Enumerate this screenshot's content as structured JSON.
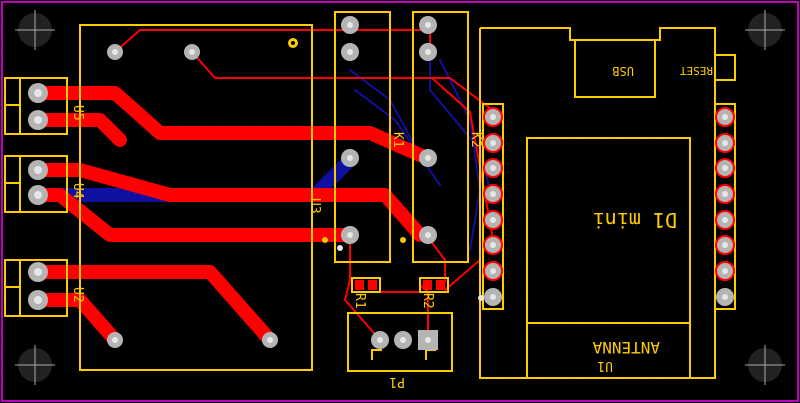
{
  "colors": {
    "background": "#000000",
    "grid": "#333333",
    "board_edge": "#c000c0",
    "silkscreen": "#ffcc00",
    "top_copper": "#ff0000",
    "bottom_copper": "#1010a0",
    "pad_ring": "#b4b4b4",
    "hole": "#e6e6e6"
  },
  "components": {
    "u5": "U5",
    "u4": "U4",
    "u2": "U2",
    "u3": "U3",
    "k1": "K1",
    "k2": "K2",
    "r1": "R1",
    "r2": "R2",
    "p1": "P1",
    "u1": "U1"
  },
  "module": {
    "name": "D1 mini",
    "usb": "USB",
    "reset": "RESET",
    "antenna": "ANTENNA"
  },
  "icons": {
    "mounting_hole": "mounting-hole-icon"
  }
}
